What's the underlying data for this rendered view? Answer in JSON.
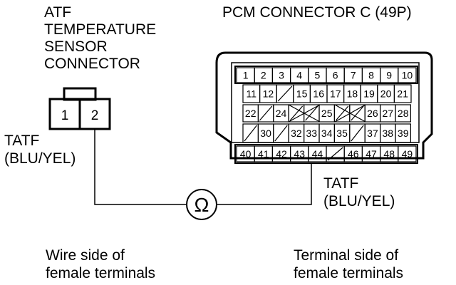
{
  "left_connector": {
    "title_lines": [
      "ATF",
      "TEMPERATURE",
      "SENSOR",
      "CONNECTOR"
    ],
    "pins": [
      "1",
      "2"
    ],
    "signal_label": "TATF",
    "wire_color_label": "(BLU/YEL)",
    "view_caption_lines": [
      "Wire side of",
      "female terminals"
    ]
  },
  "right_connector": {
    "title": "PCM CONNECTOR C (49P)",
    "signal_label": "TATF",
    "wire_color_label": "(BLU/YEL)",
    "view_caption_lines": [
      "Terminal side of",
      "female terminals"
    ],
    "rows": [
      [
        "1",
        "2",
        "3",
        "4",
        "5",
        "6",
        "7",
        "8",
        "9",
        "10"
      ],
      [
        "11",
        "12",
        "",
        "15",
        "16",
        "17",
        "18",
        "19",
        "20",
        "21"
      ],
      [
        "22",
        "",
        "24",
        "",
        "",
        "25",
        "",
        "",
        "26",
        "27",
        "28"
      ],
      [
        "",
        "30",
        "",
        "32",
        "33",
        "34",
        "35",
        "",
        "37",
        "38",
        "39"
      ],
      [
        "40",
        "41",
        "42",
        "43",
        "44",
        "",
        "46",
        "47",
        "48",
        "49"
      ]
    ]
  },
  "meter_symbol": "Ω"
}
